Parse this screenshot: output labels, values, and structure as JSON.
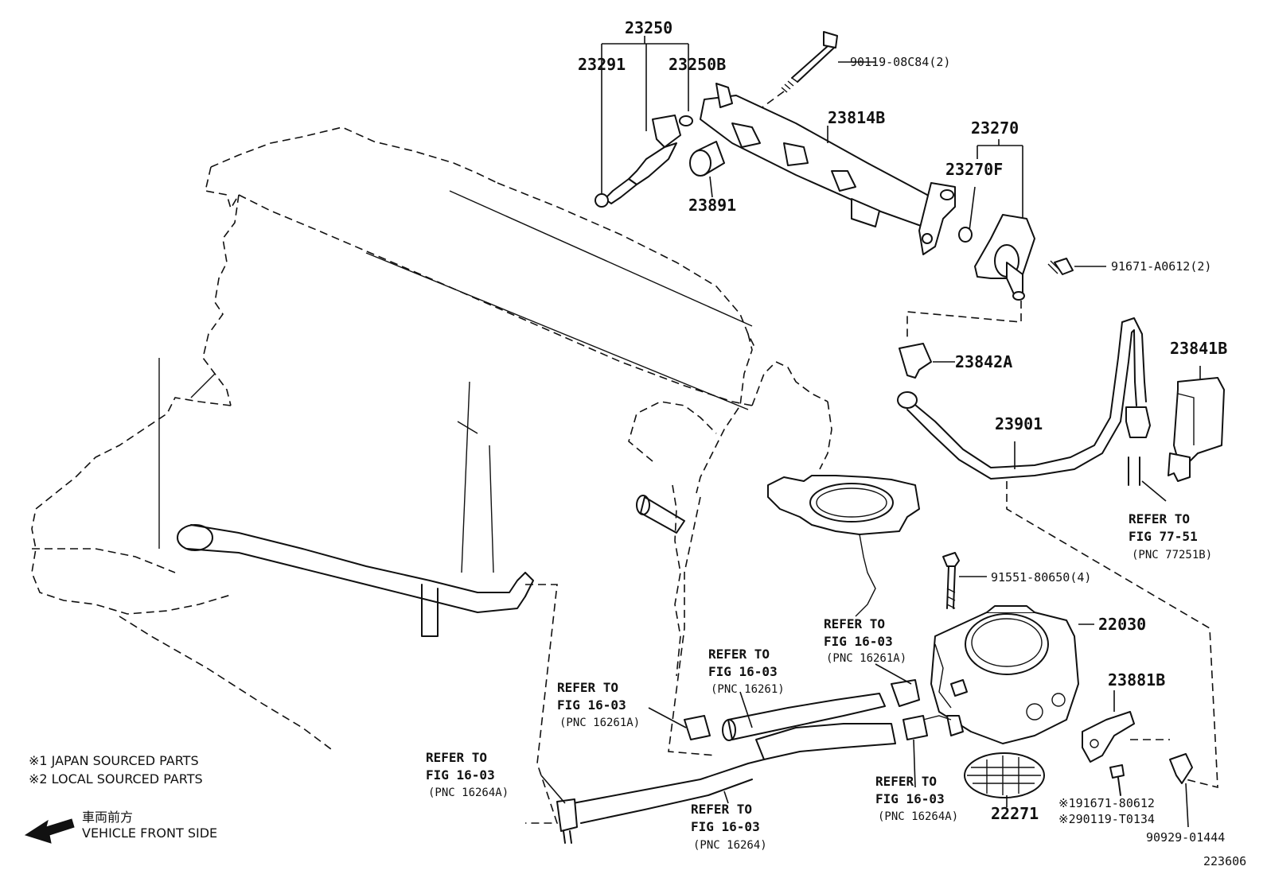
{
  "parts": {
    "p23250": "23250",
    "p23291": "23291",
    "p23250b": "23250B",
    "p90119": "90119-08C84(2)",
    "p23891": "23891",
    "p23814b": "23814B",
    "p23270": "23270",
    "p23270f": "23270F",
    "p91671a": "91671-A0612(2)",
    "p23842a": "23842A",
    "p23841b": "23841B",
    "p23901": "23901",
    "p91551": "91551-80650(4)",
    "p22030": "22030",
    "p23881b": "23881B",
    "p22271": "22271",
    "p91671_80612": "※191671-80612",
    "p90119_t0134": "※290119-T0134",
    "p90929": "90929-01444"
  },
  "refs": {
    "r77": {
      "l1": "REFER TO",
      "l2": "FIG 77-51",
      "l3": "(PNC 77251B)"
    },
    "r16261a_top": {
      "l1": "REFER TO",
      "l2": "FIG 16-03",
      "l3": "(PNC 16261A)"
    },
    "r16261": {
      "l1": "REFER TO",
      "l2": "FIG 16-03",
      "l3": "(PNC 16261)"
    },
    "r16261a_left": {
      "l1": "REFER TO",
      "l2": "FIG 16-03",
      "l3": "(PNC 16261A)"
    },
    "r16264a_left": {
      "l1": "REFER TO",
      "l2": "FIG 16-03",
      "l3": "(PNC 16264A)"
    },
    "r16264": {
      "l1": "REFER TO",
      "l2": "FIG 16-03",
      "l3": "(PNC 16264)"
    },
    "r16264a_right": {
      "l1": "REFER TO",
      "l2": "FIG 16-03",
      "l3": "(PNC 16264A)"
    }
  },
  "notes": {
    "japan": "※1 JAPAN SOURCED PARTS",
    "local": "※2 LOCAL SOURCED PARTS",
    "front_jp": "車両前方",
    "front_en": "VEHICLE FRONT SIDE"
  },
  "diagram_id": "223606"
}
